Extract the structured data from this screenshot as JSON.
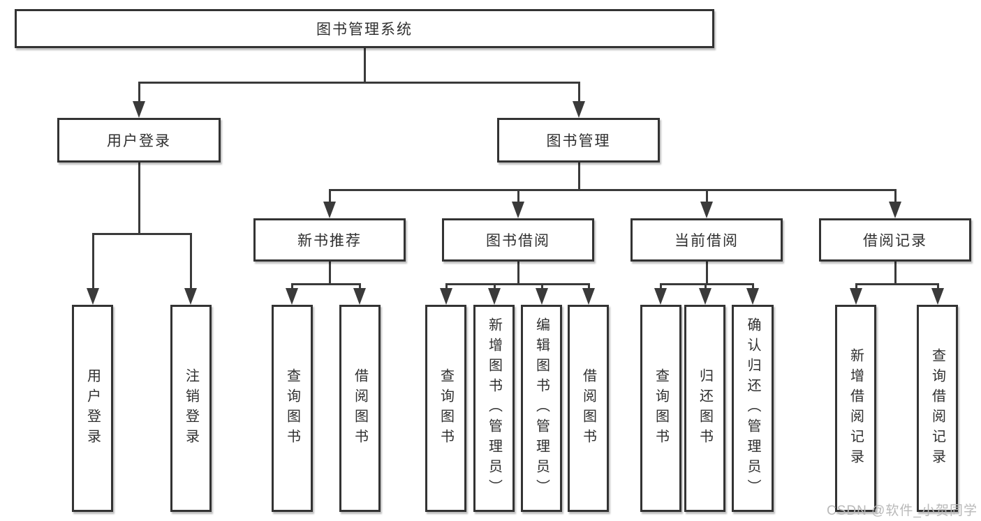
{
  "diagram": {
    "type": "tree",
    "tree": {
      "label": "图书管理系统",
      "children": [
        {
          "label": "用户登录",
          "children": [
            {
              "label": "用户登录"
            },
            {
              "label": "注销登录"
            }
          ]
        },
        {
          "label": "图书管理",
          "children": [
            {
              "label": "新书推荐",
              "children": [
                {
                  "label": "查询图书"
                },
                {
                  "label": "借阅图书"
                }
              ]
            },
            {
              "label": "图书借阅",
              "children": [
                {
                  "label": "查询图书"
                },
                {
                  "label": "新增图书（管理员）"
                },
                {
                  "label": "编辑图书（管理员）"
                },
                {
                  "label": "借阅图书"
                }
              ]
            },
            {
              "label": "当前借阅",
              "children": [
                {
                  "label": "查询图书"
                },
                {
                  "label": "归还图书"
                },
                {
                  "label": "确认归还（管理员）"
                }
              ]
            },
            {
              "label": "借阅记录",
              "children": [
                {
                  "label": "新增借阅记录"
                },
                {
                  "label": "查询借阅记录"
                }
              ]
            }
          ]
        }
      ]
    }
  },
  "watermark": {
    "text": "CSDN @软件_小贺同学",
    "color": "#b9b9b9"
  },
  "colors": {
    "line": "#3a3a3a",
    "box_border": "#333333",
    "box_fill": "#ffffff",
    "text": "#2f2f2f",
    "background": "#ffffff"
  }
}
